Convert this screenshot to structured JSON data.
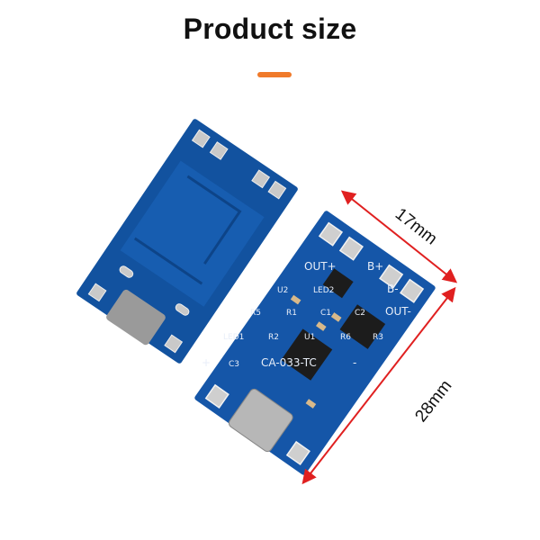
{
  "header": {
    "title": "Product size",
    "accent_color": "#f07a2a"
  },
  "dimensions": {
    "width_label": "17mm",
    "length_label": "28mm",
    "arrow_color": "#e02020"
  },
  "board": {
    "pcb_color": "#1556a8",
    "silkscreen": {
      "out_plus": "OUT+",
      "b_plus": "B+",
      "b_minus": "B-",
      "out_minus": "OUT-",
      "in_plus": "+",
      "in_minus": "-",
      "model": "CA-033-TC",
      "c1": "C1",
      "c2": "C2",
      "c3": "C3",
      "r1": "R1",
      "r2": "R2",
      "r3": "R3",
      "r5": "R5",
      "r6": "R6",
      "u1": "U1",
      "u2": "U2",
      "led1": "LED1",
      "led2": "LED2"
    }
  }
}
